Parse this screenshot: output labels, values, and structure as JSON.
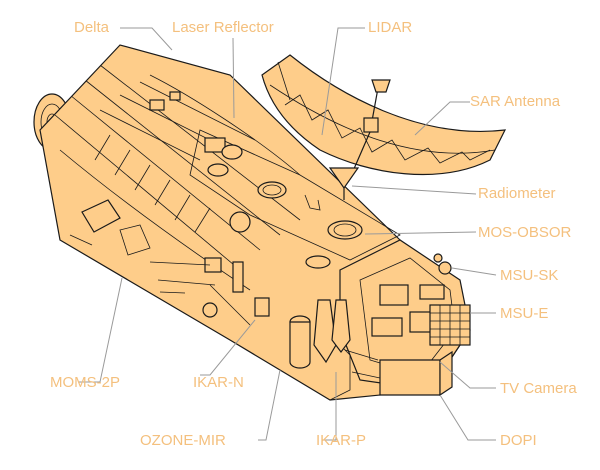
{
  "colors": {
    "module_fill": "#fecd8a",
    "outline": "#1a1a1a",
    "label_text": "#f4c07e",
    "leader_line": "#9a9a9a",
    "background": "#ffffff"
  },
  "labels": {
    "delta": "Delta",
    "laser_reflector": "Laser Reflector",
    "lidar": "LIDAR",
    "sar_antenna": "SAR Antenna",
    "radiometer": "Radiometer",
    "mos_obsor": "MOS-OBSOR",
    "msu_sk": "MSU-SK",
    "msu_e": "MSU-E",
    "tv_camera": "TV Camera",
    "dopi": "DOPI",
    "moms_2p": "MOMS-2P",
    "ikar_n": "IKAR-N",
    "ozone_mir": "OZONE-MIR",
    "ikar_p": "IKAR-P"
  }
}
